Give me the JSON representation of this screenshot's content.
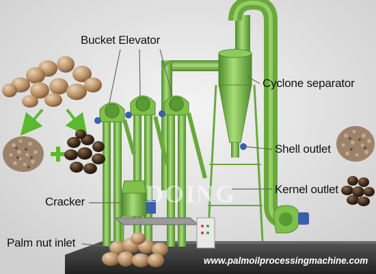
{
  "labels": {
    "bucket_elevator": "Bucket Elevator",
    "cyclone_separator": "Cyclone separator",
    "shell_outlet": "Shell outlet",
    "kernel_outlet": "Kernel outlet",
    "cracker": "Cracker",
    "palm_nut_inlet": "Palm nut inlet"
  },
  "watermark": "DOING",
  "website": "www.palmoilprocessingmachine.com",
  "colors": {
    "machine_green": "#7fc04a",
    "machine_dark_green": "#4f8a2c",
    "background": "#e6e6e6",
    "base_platform": "#3a3a3a",
    "arrow_green": "#5cb82e",
    "motor_blue": "#3b5fa8"
  }
}
